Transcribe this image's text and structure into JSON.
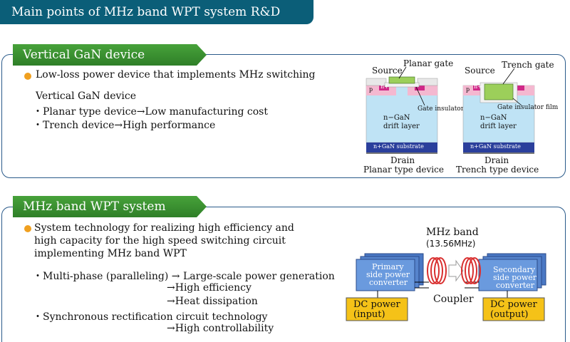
{
  "main_title": "Main points of MHz band WPT system R&D",
  "section1": {
    "heading": "Vertical GaN device",
    "bullet": "Low-loss power device that implements MHz switching",
    "sub_title": "Vertical GaN device",
    "items": [
      "・Planar type device→Low manufacturing cost",
      "・Trench device→High performance"
    ],
    "diagram_planar": {
      "source": "Source",
      "gate": "Planar gate",
      "insulator": "Gate insulator film",
      "p": "p",
      "n_plus": "n+",
      "drift_line1": "n−GaN",
      "drift_line2": "drift layer",
      "substrate": "n+GaN substrate",
      "drain": "Drain",
      "caption": "Planar type device"
    },
    "diagram_trench": {
      "source": "Source",
      "gate": "Trench gate",
      "insulator": "Gate insulator film",
      "p": "p",
      "n_plus": "n+",
      "drift_line1": "n−GaN",
      "drift_line2": "drift layer",
      "substrate": "n+GaN substrate",
      "drain": "Drain",
      "caption": "Trench type device"
    }
  },
  "section2": {
    "heading": "MHz band WPT system",
    "bullet": "System technology for realizing high efficiency and high capacity for the high speed switching circuit implementing MHz band WPT",
    "items": [
      "・Multi-phase (paralleling) → Large-scale power generation",
      "→High efficiency",
      "→Heat dissipation",
      "・Synchronous rectification circuit technology",
      "→High controllability"
    ],
    "wpt": {
      "band_line1": "MHz band",
      "band_line2": "(13.56MHz)",
      "primary_line1": "Primary",
      "primary_line2": "side power",
      "primary_line3": "converter",
      "secondary_line1": "Secondary",
      "secondary_line2": "side power",
      "secondary_line3": "converter",
      "coupler": "Coupler",
      "dc_in_line1": "DC power",
      "dc_in_line2": "(input)",
      "dc_out_line1": "DC power",
      "dc_out_line2": "(output)"
    }
  },
  "colors": {
    "title_bar": "#0b5e78",
    "section_head": "#3d9a32",
    "section_border": "#2a5a8a",
    "bullet": "#f0a020",
    "dc_box": "#f5c218",
    "converter": "#5b8fd6",
    "coil": "#d93030"
  }
}
